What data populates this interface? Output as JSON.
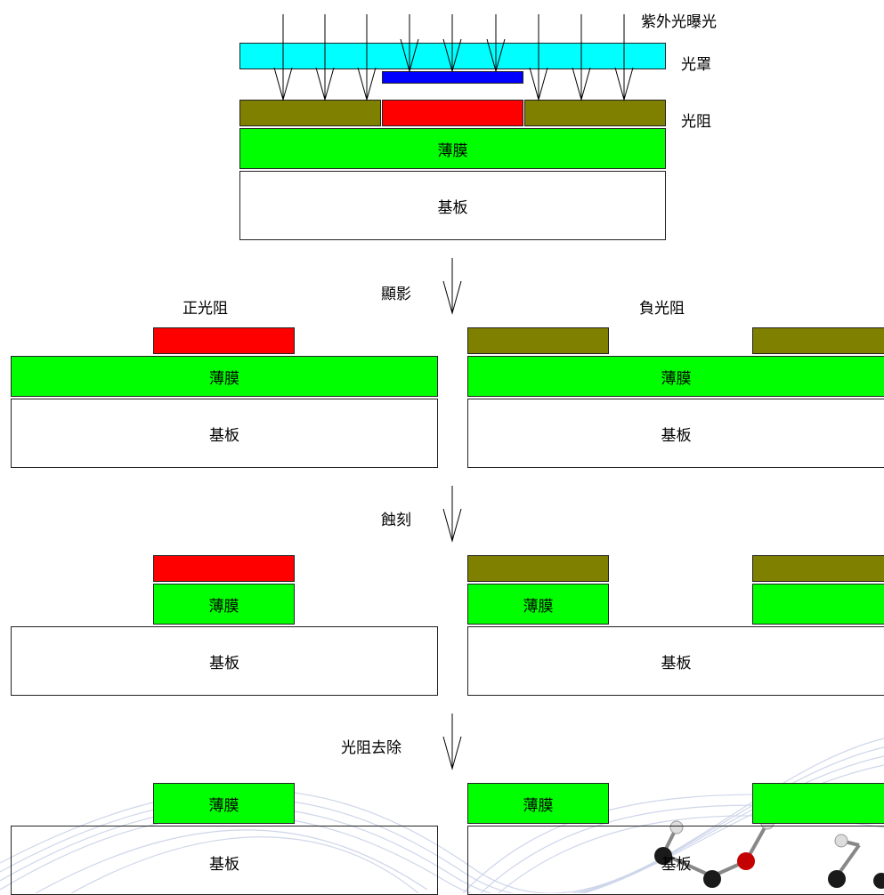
{
  "labels": {
    "uv_exposure": "紫外光曝光",
    "mask": "光罩",
    "photoresist": "光阻",
    "thin_film": "薄膜",
    "substrate": "基板",
    "develop": "顯影",
    "positive_resist": "正光阻",
    "negative_resist": "負光阻",
    "etch": "蝕刻",
    "resist_removal": "光阻去除"
  },
  "colors": {
    "mask": "#00ffff",
    "mask_pattern": "#0000ff",
    "resist_exposed": "#808000",
    "resist_unexposed": "#ff0000",
    "thin_film": "#00ff00",
    "substrate": "#ffffff",
    "background_art": "#c9d2e8"
  }
}
